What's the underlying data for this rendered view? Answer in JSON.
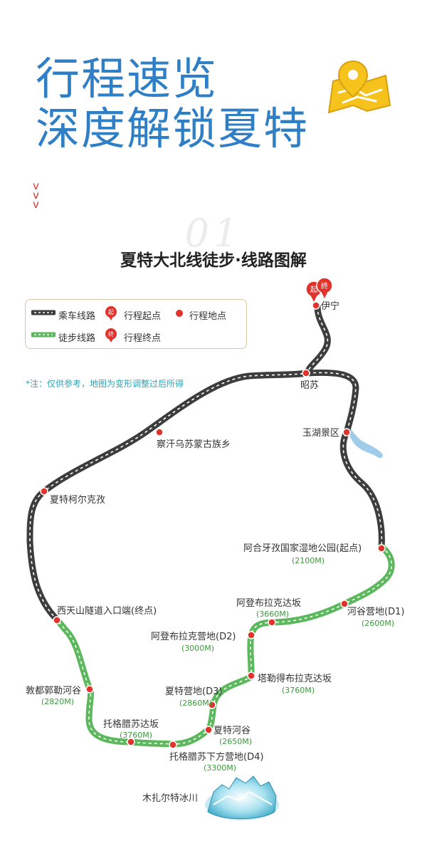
{
  "header": {
    "line1": "行程速览",
    "line2": "深度解锁夏特",
    "map_icon": "map-pin-icon",
    "chevrons": [
      "v",
      "v",
      "v"
    ]
  },
  "section": {
    "number": "01",
    "title": "夏特大北线徒步·线路图解"
  },
  "legend": {
    "drive_route": "乘车线路",
    "hike_route": "徒步线路",
    "start_point": "行程起点",
    "end_point": "行程终点",
    "waypoint": "行程地点",
    "start_badge": "起",
    "end_badge": "终"
  },
  "note": "*注：仅供参考，地图为变形调整过后所得",
  "colors": {
    "title_blue": "#2f7fc7",
    "accent_red": "#e0332c",
    "drive_route": "#3d3d3d",
    "hike_route": "#5cb85c",
    "elevation_green": "#3a9a3a",
    "note_teal": "#2aa7b8",
    "lake_blue": "#8fc3e6",
    "glacier": "#7fd0e6"
  },
  "places": {
    "yining": "伊宁",
    "zhaosu": "昭苏",
    "yuhu": "玉湖景区",
    "chahan": "察汗乌苏蒙古族乡",
    "xiate_kerkez": "夏特柯尔克孜",
    "aheyazi": "阿合牙孜国家湿地公园(起点)",
    "aheyazi_elev": "(2100M)",
    "hegu": "河谷营地(D1)",
    "hegu_elev": "(2600M)",
    "adengbu_pass": "阿登布拉克达坂",
    "adengbu_pass_elev": "(3660M)",
    "adengbu_camp": "阿登布拉克营地(D2)",
    "adengbu_camp_elev": "(3000M)",
    "xitianshan": "西天山隧道入口端(终点)",
    "taledebu": "塔勒得布拉克达坂",
    "taledebu_elev": "(3760M)",
    "xiate_camp": "夏特营地(D3)",
    "xiate_camp_elev": "(2860M)",
    "dundu": "敦都郭勒河谷",
    "dundu_elev": "(2820M)",
    "xiate_river": "夏特河谷",
    "xiate_river_elev": "(2650M)",
    "tuogela_pass": "托格腊苏达坂",
    "tuogela_pass_elev": "(3760M)",
    "tuogela_camp": "托格腊苏下方营地(D4)",
    "tuogela_camp_elev": "(3300M)",
    "muzart": "木扎尔特冰川"
  }
}
